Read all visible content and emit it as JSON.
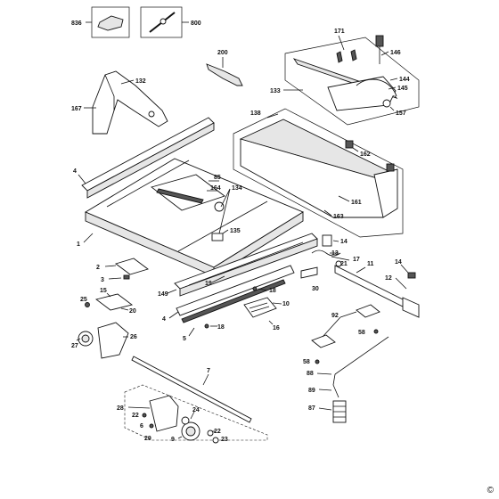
{
  "labels": {
    "p836": "836",
    "p800": "800",
    "p200": "200",
    "p171": "171",
    "p146": "146",
    "p144": "144",
    "p145": "145",
    "p133": "133",
    "p157": "157",
    "p132": "132",
    "p167": "167",
    "p138": "138",
    "p162": "162",
    "p161": "161",
    "p163": "163",
    "p4a": "4",
    "p85": "85",
    "p164": "164",
    "p134": "134",
    "p135": "135",
    "p1": "1",
    "p14a": "14",
    "p13": "13",
    "p21": "21",
    "p17": "17",
    "p11": "11",
    "p14b": "14",
    "p12": "12",
    "p2": "2",
    "p3": "3",
    "p15": "15",
    "p25": "25",
    "p20": "20",
    "p27": "27",
    "p26": "26",
    "p149": "149",
    "p19": "19",
    "p18a": "18",
    "p4b": "4",
    "p10": "10",
    "p30": "30",
    "p5": "5",
    "p18b": "18",
    "p16": "16",
    "p92": "92",
    "p58a": "58",
    "p58b": "58",
    "p88": "88",
    "p89": "89",
    "p87": "87",
    "p7": "7",
    "p28": "28",
    "p22a": "22",
    "p24": "24",
    "p6": "6",
    "p29": "29",
    "p9": "9",
    "p22b": "22",
    "p23": "23"
  },
  "copyright": "©"
}
